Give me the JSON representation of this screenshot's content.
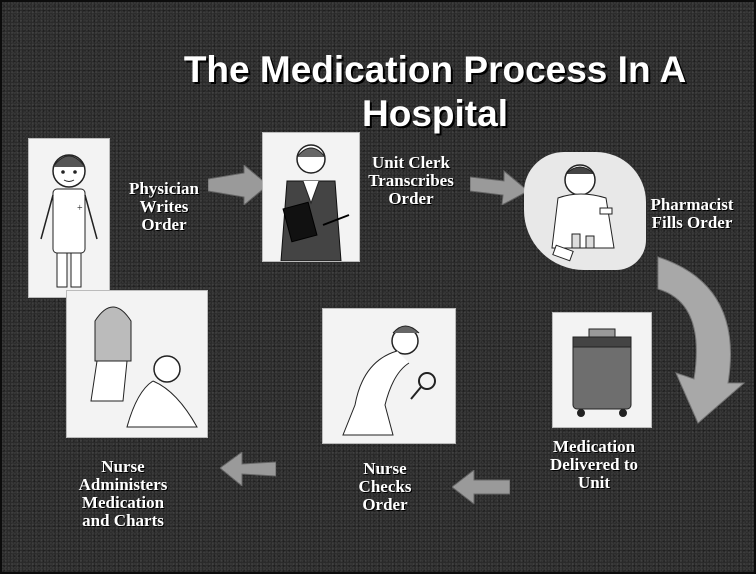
{
  "title": "The Medication Process In A Hospital",
  "steps": {
    "physician": "Physician\nWrites\nOrder",
    "clerk": "Unit Clerk\nTranscribes\nOrder",
    "pharmacist": "Pharmacist\nFills Order",
    "delivered": "Medication\nDelivered to\nUnit",
    "nurse_checks": "Nurse\nChecks\nOrder",
    "nurse_administers": "Nurse\nAdministers\nMedication\nand Charts"
  },
  "colors": {
    "background": "#2a2a2a",
    "text": "#ffffff",
    "arrow": "#9a9a9a"
  }
}
